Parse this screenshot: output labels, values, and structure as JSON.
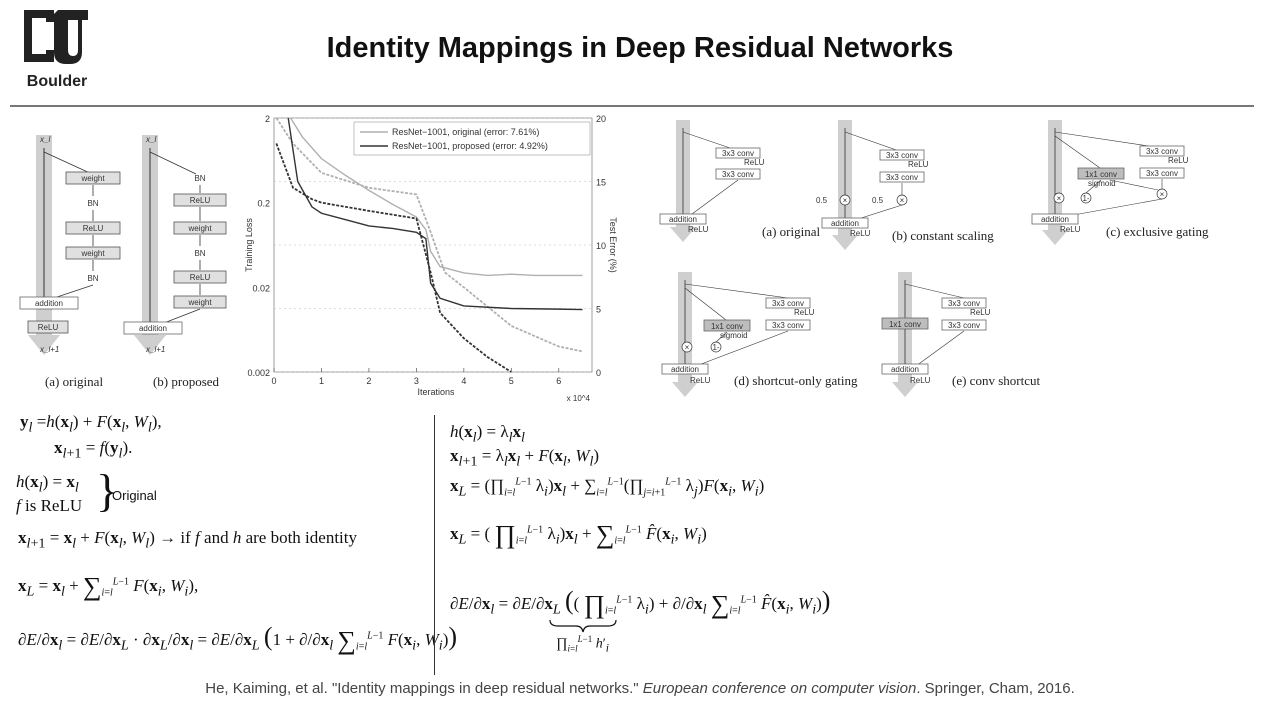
{
  "header": {
    "logo_text": "Boulder",
    "title": "Identity Mappings in Deep Residual Networks"
  },
  "diagrams_left": {
    "a": {
      "input": "x_l",
      "output": "x_l+1",
      "blocks": [
        "weight",
        "BN",
        "ReLU",
        "weight",
        "BN"
      ],
      "addition": "addition",
      "after": "ReLU",
      "caption": "(a) original"
    },
    "b": {
      "input": "x_l",
      "output": "x_l+1",
      "blocks": [
        "BN",
        "ReLU",
        "weight",
        "BN",
        "ReLU",
        "weight"
      ],
      "addition": "addition",
      "caption": "(b) proposed"
    }
  },
  "chart_data": {
    "type": "line",
    "xlabel": "Iterations",
    "x_multiplier": "x 10^4",
    "ylabel_left": "Training Loss",
    "ylabel_right": "Test Error (%)",
    "x_ticks": [
      "0",
      "1",
      "2",
      "3",
      "4",
      "5",
      "6"
    ],
    "y_left_ticks": [
      "2",
      "0.2",
      "0.02",
      "0.002"
    ],
    "y_right_ticks": [
      "20",
      "15",
      "10",
      "5",
      "0"
    ],
    "y_left_scale": "log",
    "xlim": [
      0,
      6.7
    ],
    "ylim_left": [
      0.002,
      2
    ],
    "ylim_right": [
      0,
      20
    ],
    "legend_position": "top-right",
    "series": [
      {
        "name": "ResNet−1001, original (error: 7.61%)",
        "color": "#b0b0b0",
        "test_error_x": [
          0.35,
          0.6,
          1.0,
          1.5,
          2.0,
          2.5,
          3.0,
          3.2,
          3.3,
          3.5,
          4.0,
          4.5,
          5.0,
          5.5,
          6.0,
          6.5
        ],
        "test_error_y": [
          20,
          18.5,
          16.8,
          15.5,
          14.3,
          13.2,
          12.2,
          11.2,
          9.5,
          8.3,
          7.8,
          7.6,
          7.7,
          7.6,
          7.6,
          7.6
        ],
        "train_loss_x": [
          0.05,
          0.4,
          1.0,
          2.0,
          3.0,
          3.3,
          3.6,
          4.0,
          5.0,
          6.0,
          6.5
        ],
        "train_loss_y": [
          2.0,
          1.0,
          0.45,
          0.3,
          0.25,
          0.09,
          0.03,
          0.02,
          0.007,
          0.004,
          0.0035
        ]
      },
      {
        "name": "ResNet−1001, proposed (error: 4.92%)",
        "color": "#333333",
        "test_error_x": [
          0.3,
          0.5,
          0.8,
          1.0,
          1.5,
          2.0,
          2.5,
          3.0,
          3.2,
          3.3,
          3.5,
          4.0,
          5.0,
          6.0,
          6.5
        ],
        "test_error_y": [
          20,
          15.0,
          13.0,
          12.5,
          12.0,
          11.5,
          11.3,
          11.0,
          10.5,
          7.0,
          5.8,
          5.2,
          5.0,
          4.95,
          4.92
        ],
        "train_loss_x": [
          0.05,
          0.4,
          0.8,
          1.0,
          2.0,
          3.0,
          3.3,
          3.5,
          4.0,
          4.5,
          5.0
        ],
        "train_loss_y": [
          1.0,
          0.3,
          0.22,
          0.2,
          0.16,
          0.13,
          0.03,
          0.01,
          0.005,
          0.003,
          0.002
        ]
      }
    ]
  },
  "diagrams_right": {
    "labels": {
      "conv": "3x3 conv",
      "relu": "ReLU",
      "addition": "addition",
      "onebyone": "1x1 conv",
      "sigmoid": "sigmoid",
      "half": "0.5",
      "one_minus": "1-",
      "times": "×"
    },
    "captions": {
      "a": "(a) original",
      "b": "(b) constant scaling",
      "c": "(c) exclusive gating",
      "d": "(d) shortcut-only gating",
      "e": "(e) conv shortcut"
    }
  },
  "equations_left": {
    "eq1a": "y_l = h(x_l) + F(x_l, W_l),",
    "eq1b": "x_l+1 = f(y_l).",
    "eq_h": "h(x_l) = x_l",
    "eq_f": "f is ReLU",
    "original_label": "Original",
    "eq_identity": "→ if f and h are both identity",
    "eq_xL": "x_L = x_l + Σ F(x_i, W_i),",
    "eq_grad": "∂E/∂x_l = ∂E/∂x_L ∂x_L/∂x_l = ∂E/∂x_L (1 + ∂/∂x_l Σ F(x_i, W_i))"
  },
  "equations_right": {
    "eq_h": "h(x_l) = λ_l x_l",
    "eq_next": "x_l+1 = λ_l x_l + F(x_l, W_l)",
    "eq_xL1": "x_L = (∏ λ_i) x_l + Σ (∏ λ_j) F(x_i, W_i)",
    "eq_xL2": "x_L = (∏ λ_i) x_l + Σ F̂(x_i, W_i)",
    "eq_grad": "∂E/∂x_l = ∂E/∂x_L ((∏ λ_i) + ∂/∂x_l Σ F̂(x_i, W_i))",
    "underbrace": "∏ h'_i"
  },
  "citation": {
    "authors": "He, Kaiming, et al. \"Identity mappings in deep residual networks.\"",
    "venue": "European conference on computer vision",
    "rest": ". Springer, Cham, 2016."
  }
}
